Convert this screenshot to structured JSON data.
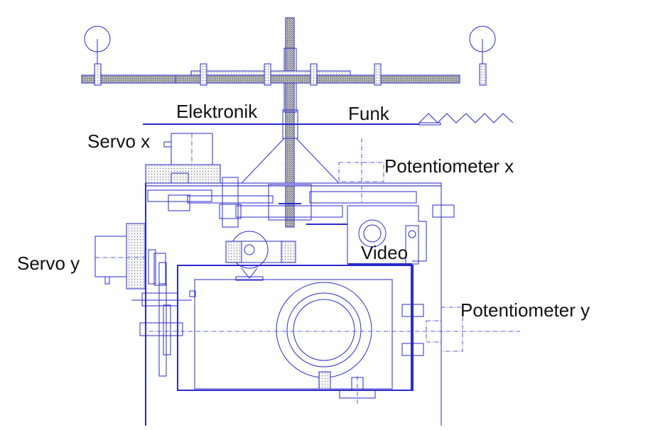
{
  "diagram": {
    "type": "technical-drawing",
    "line_color": "#2a2ad0",
    "text_color": "#111111",
    "labels": {
      "elektronik": "Elektronik",
      "funk": "Funk",
      "servo_x": "Servo x",
      "potentiometer_x": "Potentiometer x",
      "servo_y": "Servo y",
      "video": "Video",
      "potentiometer_y": "Potentiometer y"
    }
  }
}
